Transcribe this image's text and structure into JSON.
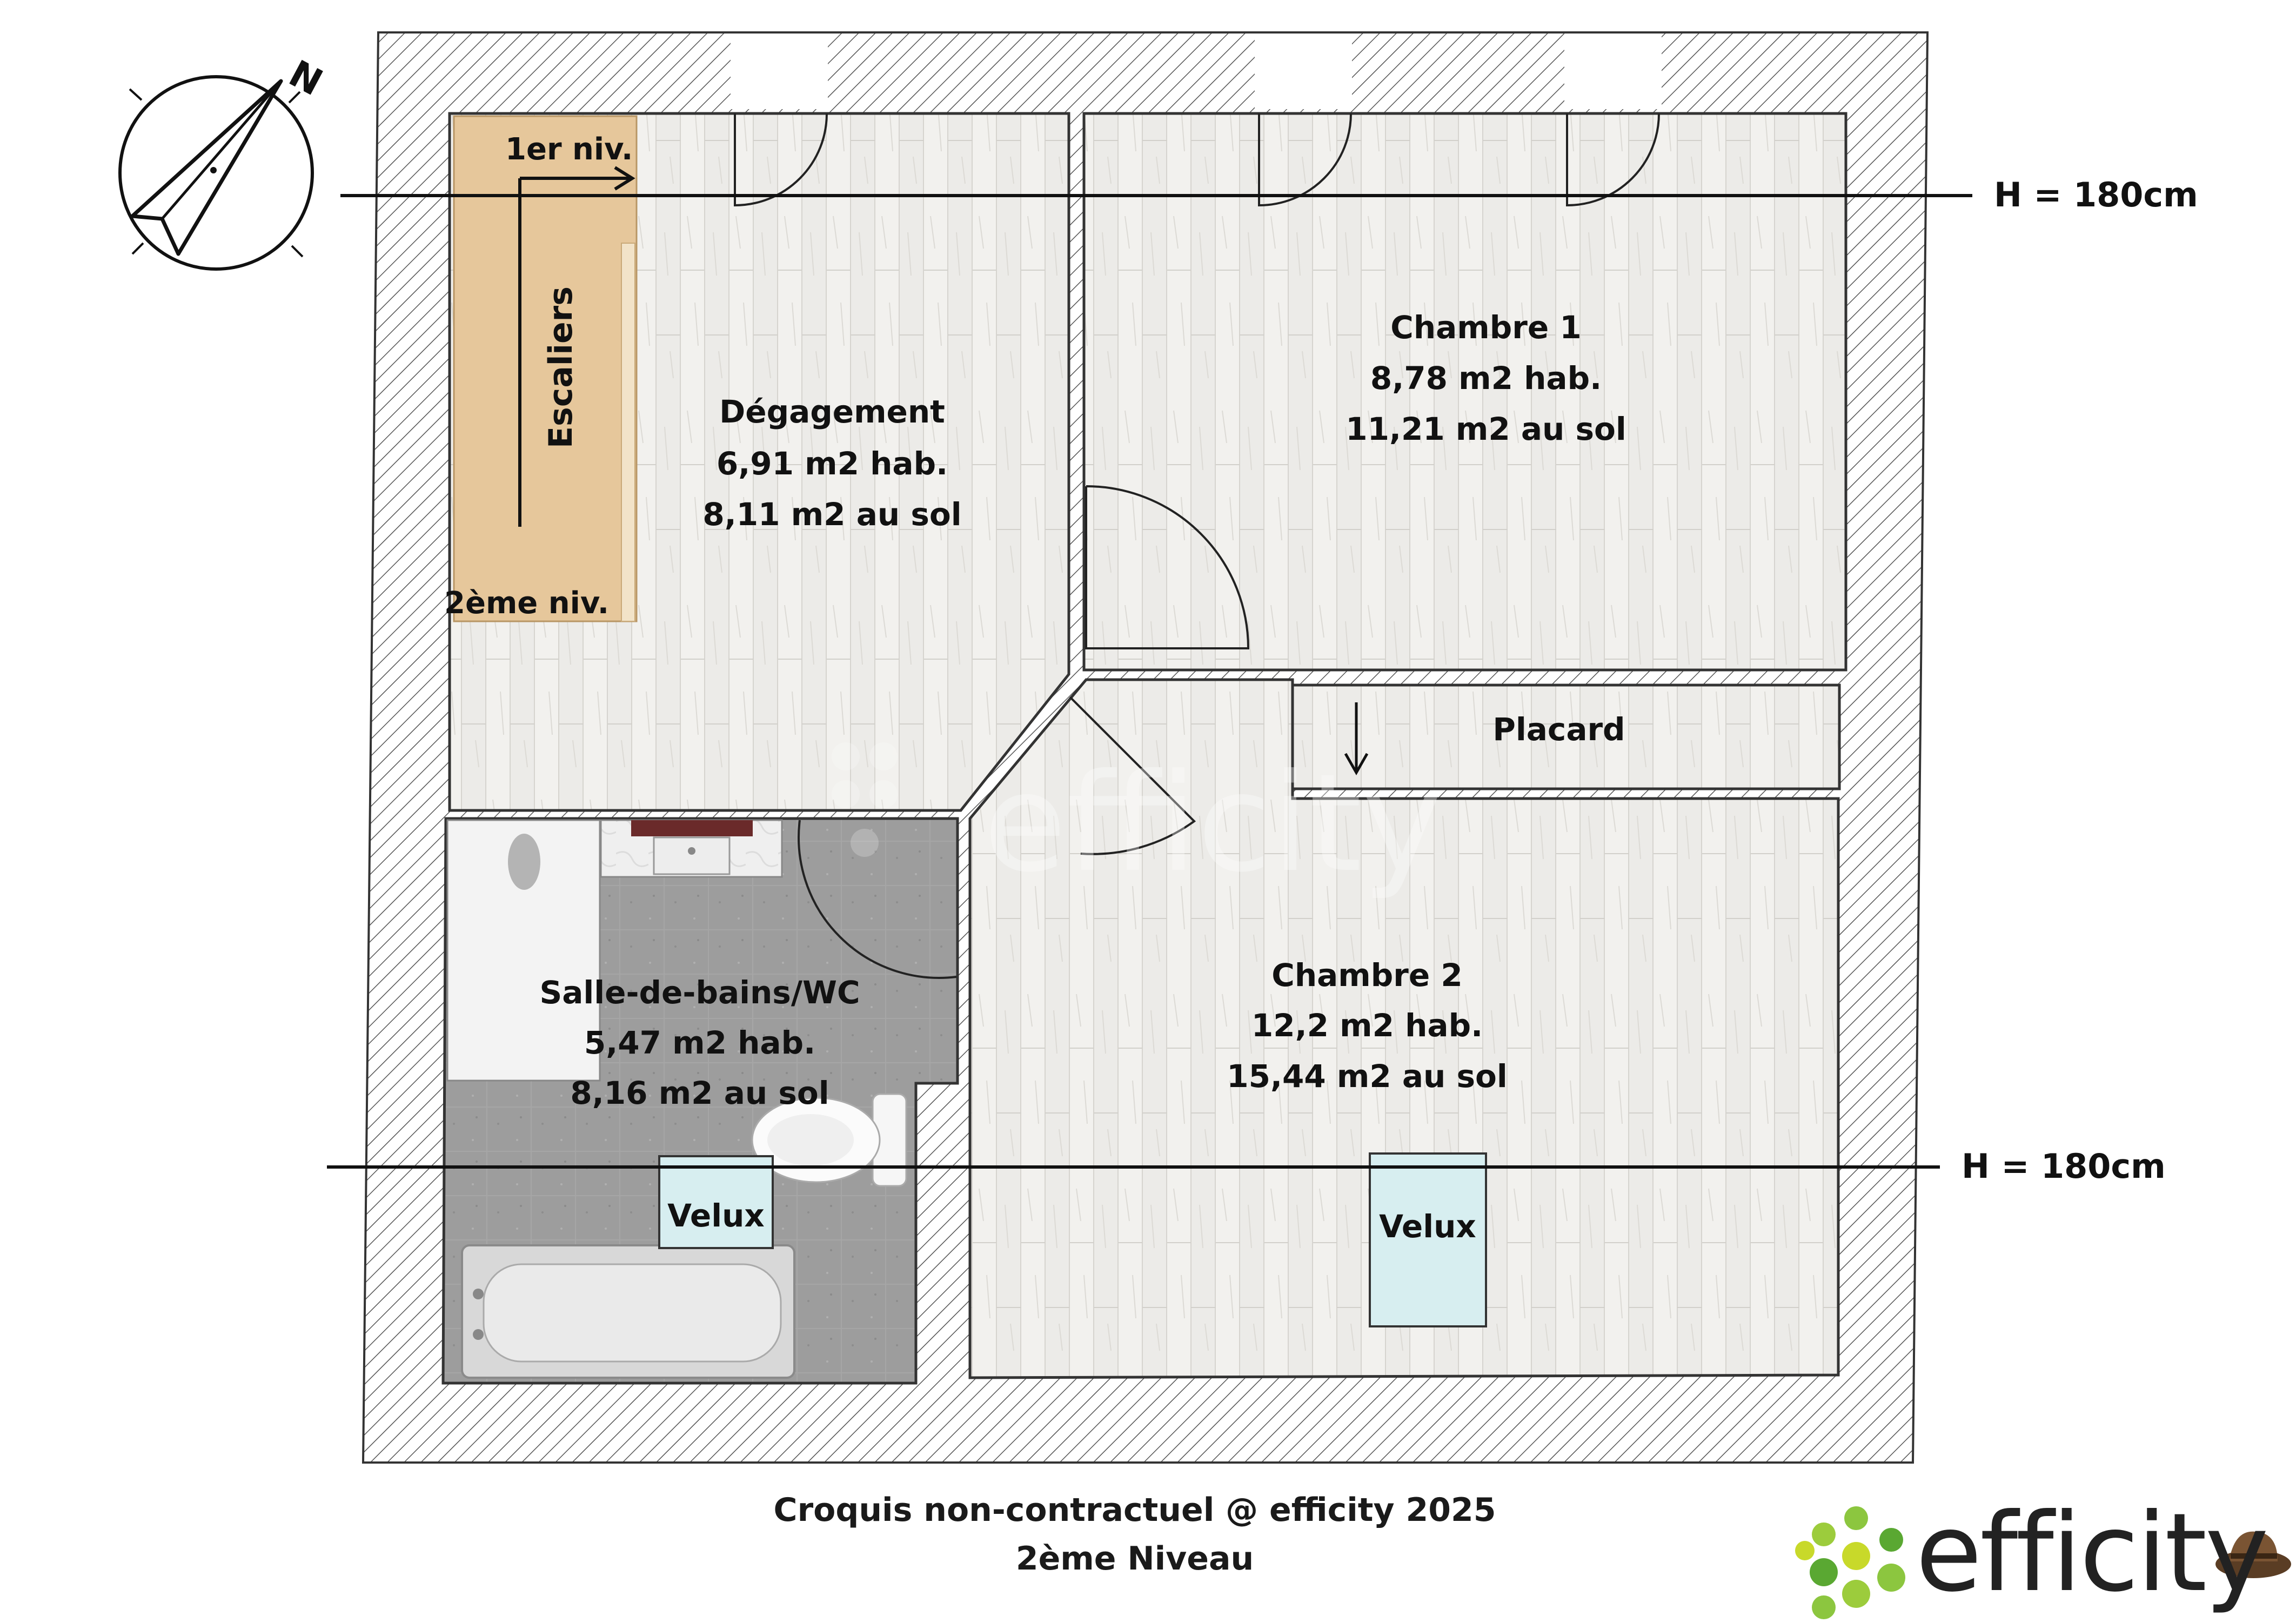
{
  "compass": {
    "north_label": "N"
  },
  "height_lines": [
    {
      "label": "H = 180cm"
    },
    {
      "label": "H = 180cm"
    }
  ],
  "stairs": {
    "label": "Escaliers",
    "top_label": "1er niv.",
    "bottom_label": "2ème niv."
  },
  "rooms": {
    "degagement": {
      "name": "Dégagement",
      "hab": "6,91 m2 hab.",
      "sol": "8,11 m2 au sol"
    },
    "chambre1": {
      "name": "Chambre 1",
      "hab": "8,78 m2 hab.",
      "sol": "11,21 m2 au sol"
    },
    "placard": {
      "name": "Placard"
    },
    "sdb": {
      "name": "Salle-de-bains/WC",
      "hab": "5,47 m2 hab.",
      "sol": "8,16 m2 au sol"
    },
    "chambre2": {
      "name": "Chambre 2",
      "hab": "12,2 m2 hab.",
      "sol": "15,44 m2 au sol"
    }
  },
  "velux": [
    {
      "label": "Velux"
    },
    {
      "label": "Velux"
    }
  ],
  "footer": {
    "line1": "Croquis non-contractuel @ efficity 2025",
    "line2": "2ème Niveau"
  },
  "logo": {
    "wordmark": "efficity",
    "watermark": "efficity",
    "dot_colors": [
      "#9ccc3c",
      "#8cc63f",
      "#5aa832",
      "#c8d92a"
    ]
  }
}
